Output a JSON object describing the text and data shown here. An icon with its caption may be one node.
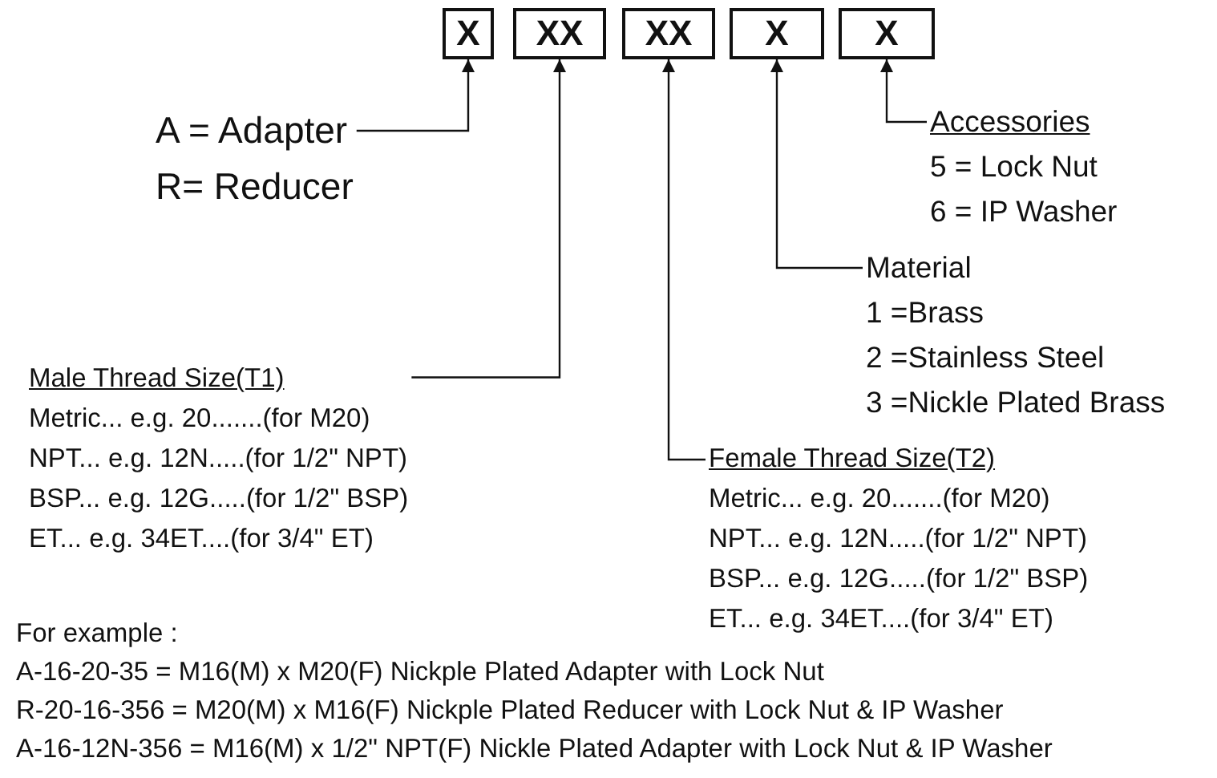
{
  "diagram": {
    "nodes": [
      {
        "text": [
          "X"
        ]
      },
      {
        "text": [
          "XX"
        ]
      },
      {
        "text": [
          "XX"
        ]
      },
      {
        "text": [
          "X"
        ]
      },
      {
        "text": [
          "X"
        ]
      },
      {
        "text": [
          "A = Adapter",
          "R= Reducer"
        ]
      },
      {
        "text": [
          "Accessories",
          "5 = Lock Nut",
          "6 = IP Washer"
        ]
      },
      {
        "text": [
          "Material",
          "1 =Brass",
          "2 =Stainless Steel",
          "3 =Nickle Plated Brass"
        ]
      },
      {
        "text": [
          "Male Thread Size(T1)",
          "Metric... e.g.  20.......(for M20)",
          "NPT... e.g. 12N.....(for 1/2\" NPT)",
          "BSP... e.g. 12G.....(for 1/2\" BSP)",
          "ET... e.g. 34ET....(for 3/4\" ET)"
        ]
      },
      {
        "text": [
          "Female Thread Size(T2)",
          "Metric... e.g.  20.......(for M20)",
          "NPT... e.g. 12N.....(for 1/2\" NPT)",
          "BSP... e.g. 12G.....(for 1/2\" BSP)",
          "ET... e.g. 34ET....(for 3/4\" ET)"
        ]
      }
    ],
    "edges": [
      {
        "from": 5,
        "to": 0,
        "arrow": "to"
      },
      {
        "from": 8,
        "to": 1,
        "arrow": "to"
      },
      {
        "from": 9,
        "to": 2,
        "arrow": "to"
      },
      {
        "from": 7,
        "to": 3,
        "arrow": "to"
      },
      {
        "from": 6,
        "to": 4,
        "arrow": "to"
      }
    ],
    "labels": [
      "For example :",
      "A-16-20-35 = M16(M) x M20(F) Nickple Plated Adapter with Lock Nut",
      "R-20-16-356 = M20(M) x M16(F) Nickple Plated Reducer with Lock Nut & IP Washer",
      "A-16-12N-356 = M16(M) x 1/2\" NPT(F) Nickle Plated Adapter with Lock Nut & IP Washer"
    ]
  }
}
